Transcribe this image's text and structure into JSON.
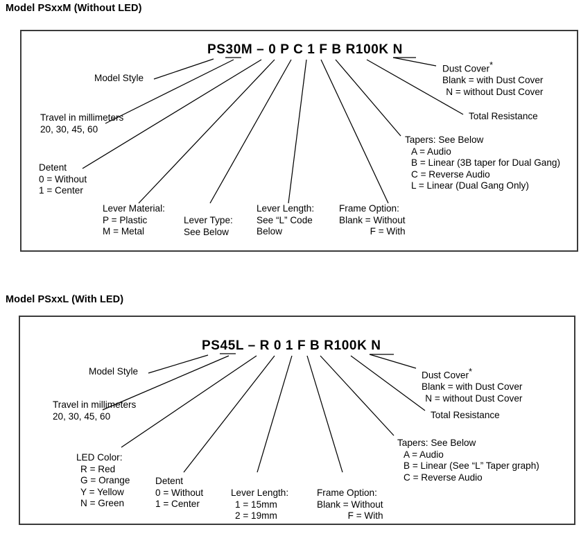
{
  "sections": [
    {
      "heading": "Model PSxxM (Without LED)",
      "part_number": "PS30M – 0 P C 1 F B R100K N",
      "callouts": {
        "model_style": "Model Style",
        "travel": {
          "title": "Travel in millimeters",
          "values": "20, 30, 45, 60"
        },
        "detent": {
          "title": "Detent",
          "opt1": "0 = Without",
          "opt2": "1 = Center"
        },
        "lever_material": {
          "title": "Lever Material:",
          "opt1": "P = Plastic",
          "opt2": "M = Metal"
        },
        "lever_type": {
          "title": "Lever Type:",
          "opt1": "See Below"
        },
        "lever_length": {
          "title": "Lever Length:",
          "opt1": "See “L” Code",
          "opt2": "Below"
        },
        "frame_option": {
          "title": "Frame Option:",
          "opt1": "Blank = Without",
          "opt2": "F = With"
        },
        "tapers": {
          "title": "Tapers: See Below",
          "opt1": "A = Audio",
          "opt2": "B = Linear (3B taper for Dual Gang)",
          "opt3": "C = Reverse Audio",
          "opt4": "L = Linear (Dual Gang Only)"
        },
        "total_resistance": "Total Resistance",
        "dust_cover": {
          "title": "Dust Cover",
          "marker": "*",
          "opt1": "Blank = with Dust Cover",
          "opt2": "N = without Dust Cover"
        }
      }
    },
    {
      "heading": "Model PSxxL (With LED)",
      "part_number": "PS45L – R 0 1 F B R100K N",
      "callouts": {
        "model_style": "Model Style",
        "travel": {
          "title": "Travel in millimeters",
          "values": "20, 30, 45, 60"
        },
        "led_color": {
          "title": "LED Color:",
          "opt1": "R = Red",
          "opt2": "G = Orange",
          "opt3": "Y = Yellow",
          "opt4": "N = Green"
        },
        "detent": {
          "title": "Detent",
          "opt1": "0 = Without",
          "opt2": "1 = Center"
        },
        "lever_length": {
          "title": "Lever Length:",
          "opt1": "1 = 15mm",
          "opt2": "2 = 19mm"
        },
        "frame_option": {
          "title": "Frame Option:",
          "opt1": "Blank = Without",
          "opt2": "F = With"
        },
        "tapers": {
          "title": "Tapers: See Below",
          "opt1": "A = Audio",
          "opt2": "B = Linear (See “L” Taper graph)",
          "opt3": "C = Reverse Audio"
        },
        "total_resistance": "Total Resistance",
        "dust_cover": {
          "title": "Dust Cover",
          "marker": "*",
          "opt1": "Blank = with Dust Cover",
          "opt2": "N = without Dust Cover"
        }
      }
    }
  ],
  "colors": {
    "ink": "#000000",
    "box_border": "#3a3a3a",
    "background": "#ffffff"
  }
}
